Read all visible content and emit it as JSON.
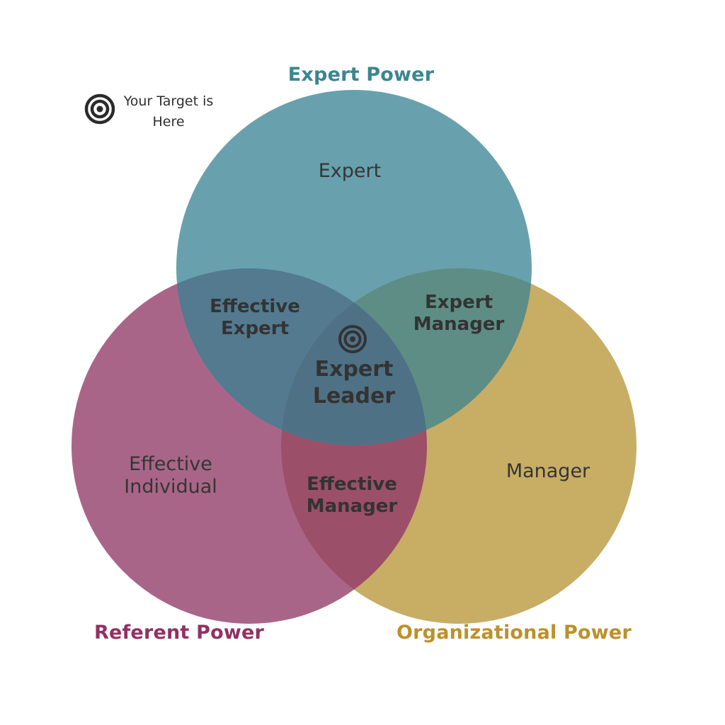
{
  "legend": {
    "icon": "target-icon",
    "text": "Your Target is Here"
  },
  "circles": [
    {
      "id": "expert",
      "title": "Expert Power",
      "color": "#53939e",
      "title_color": "#3a8790"
    },
    {
      "id": "referent",
      "title": "Referent Power",
      "color": "#9c4677",
      "title_color": "#8f3262"
    },
    {
      "id": "organizational",
      "title": "Organizational Power",
      "color": "#c39f47",
      "title_color": "#bb912d"
    }
  ],
  "regions": {
    "expert_only": "Expert",
    "referent_only": {
      "line1": "Effective",
      "line2": "Individual"
    },
    "organizational_only": "Manager",
    "expert_referent": {
      "line1": "Effective",
      "line2": "Expert"
    },
    "expert_organizational": {
      "line1": "Expert",
      "line2": "Manager"
    },
    "referent_organizational": {
      "line1": "Effective",
      "line2": "Manager"
    },
    "center": {
      "line1": "Expert",
      "line2": "Leader",
      "icon": "target-icon"
    }
  }
}
